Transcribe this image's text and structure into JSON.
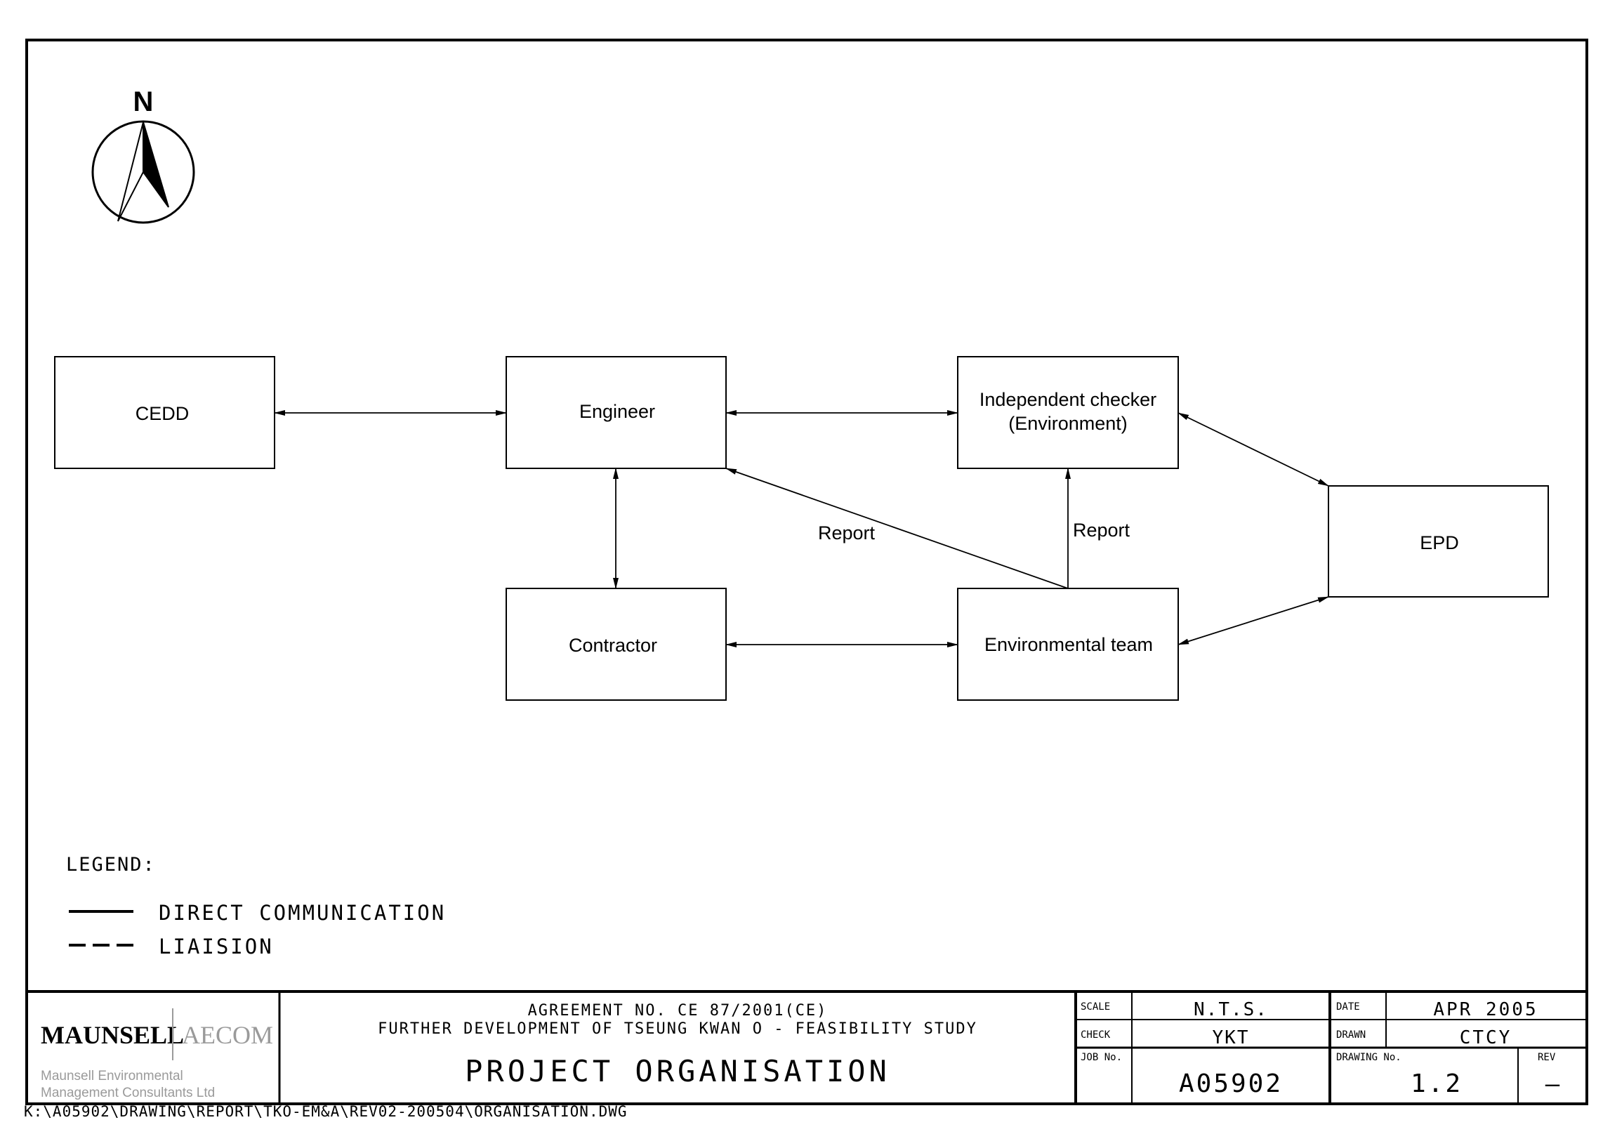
{
  "north_label": "N",
  "nodes": {
    "cedd": "CEDD",
    "engineer": "Engineer",
    "checker_line1": "Independent checker",
    "checker_line2": "(Environment)",
    "epd": "EPD",
    "contractor": "Contractor",
    "env_team": "Environmental team"
  },
  "edge_labels": {
    "report_engineer": "Report",
    "report_checker": "Report"
  },
  "legend": {
    "title": "LEGEND:",
    "direct": "DIRECT COMMUNICATION",
    "liaison": "LIAISION"
  },
  "title_block": {
    "company_left": "MAUNSELL",
    "company_right": "AECOM",
    "subsidiary_line1": "Maunsell Environmental",
    "subsidiary_line2": "Management Consultants Ltd",
    "agreement": "AGREEMENT NO. CE 87/2001(CE)",
    "project": "FURTHER DEVELOPMENT OF TSEUNG KWAN O - FEASIBILITY STUDY",
    "drawing_title": "PROJECT ORGANISATION",
    "scale_label": "SCALE",
    "scale_value": "N.T.S.",
    "check_label": "CHECK",
    "check_value": "YKT",
    "date_label": "DATE",
    "date_value": "APR 2005",
    "drawn_label": "DRAWN",
    "drawn_value": "CTCY",
    "job_label": "JOB No.",
    "job_value": "A05902",
    "drawing_no_label": "DRAWING No.",
    "drawing_no_value": "1.2",
    "rev_label": "REV",
    "rev_value": "–"
  },
  "file_path": "K:\\A05902\\DRAWING\\REPORT\\TKO-EM&A\\REV02-200504\\ORGANISATION.DWG"
}
